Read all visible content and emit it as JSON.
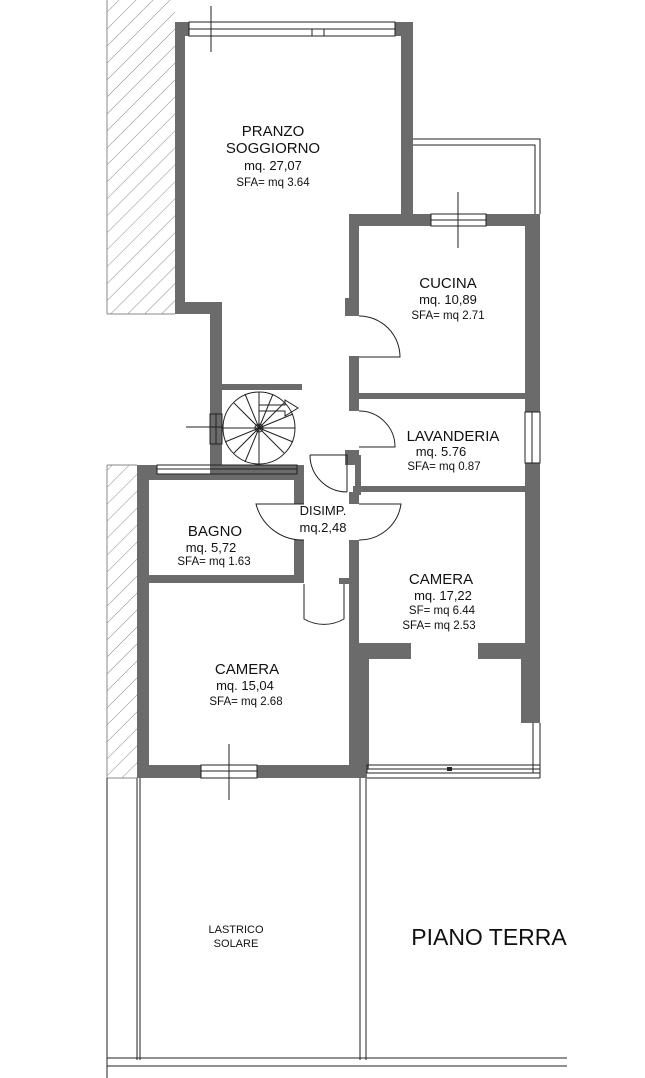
{
  "rooms": {
    "living": {
      "name1": "PRANZO",
      "name2": "SOGGIORNO",
      "area": "mq. 27,07",
      "sfa": "SFA= mq 3.64"
    },
    "kitchen": {
      "name": "CUCINA",
      "area": "mq. 10,89",
      "sfa": "SFA= mq 2.71"
    },
    "laundry": {
      "name": "LAVANDERIA",
      "area": "mq. 5.76",
      "sfa": "SFA= mq 0.87"
    },
    "hall": {
      "name": "DISIMP.",
      "area": "mq.2,48"
    },
    "bath": {
      "name": "BAGNO",
      "area": "mq. 5,72",
      "sfa": "SFA= mq 1.63"
    },
    "bedroom_right": {
      "name": "CAMERA",
      "area": "mq. 17,22",
      "sf": "SF= mq 6.44",
      "sfa": "SFA= mq 2.53"
    },
    "bedroom_left": {
      "name": "CAMERA",
      "area": "mq. 15,04",
      "sfa": "SFA= mq 2.68"
    },
    "terrace": {
      "name1": "LASTRICO",
      "name2": "SOLARE"
    }
  },
  "plan_title": "PIANO TERRA",
  "colors": {
    "wall": "#6b6b6b",
    "line": "#222222",
    "hatch": "#8a8a8a",
    "background": "#ffffff"
  }
}
